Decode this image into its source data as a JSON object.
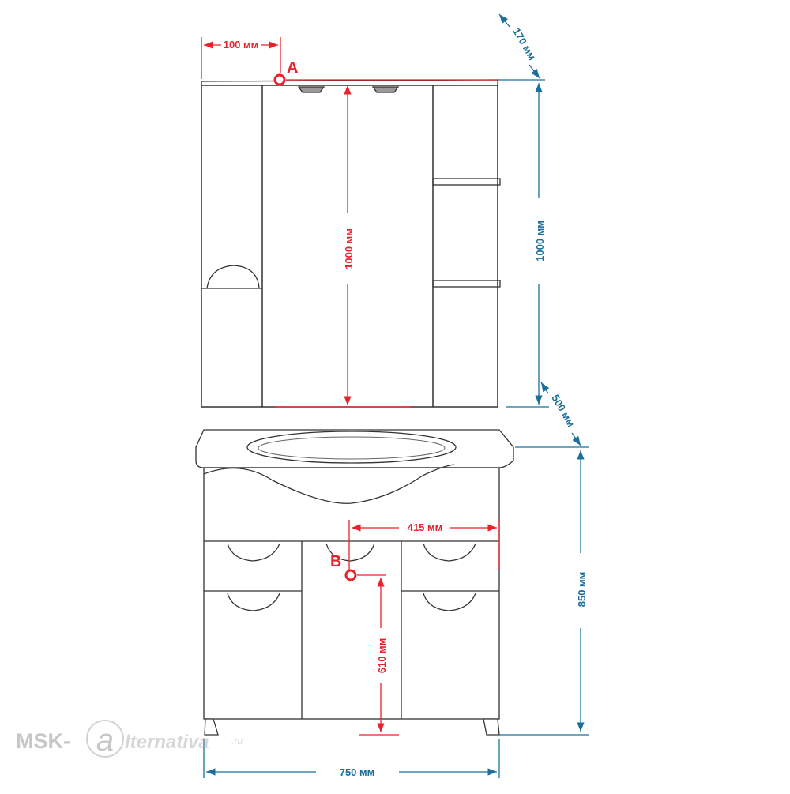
{
  "diagram": {
    "dimensions": {
      "mirror_offset_a": "100 мм",
      "mirror_depth": "170 мм",
      "mirror_height_inner": "1000 мм",
      "mirror_height_outer": "1000 мм",
      "gap_height": "500 мм",
      "vanity_height": "850 мм",
      "drain_offset": "415 мм",
      "drain_height": "610 мм",
      "total_width": "750 мм"
    },
    "points": {
      "a": "A",
      "b": "B"
    },
    "colors": {
      "red": "#e8212b",
      "blue": "#1b6f99",
      "outline": "#333333"
    }
  },
  "watermark": {
    "left": "MSK-",
    "mark": "a",
    "right": "lternativa",
    "tld": ".ru"
  }
}
